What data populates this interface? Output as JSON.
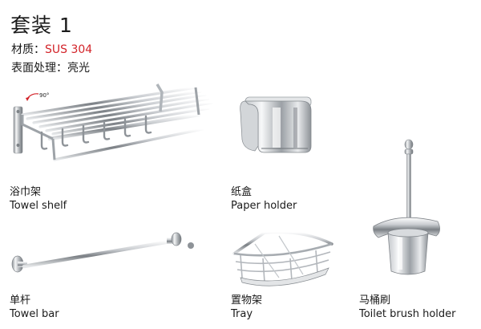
{
  "header": {
    "title": "套装 1",
    "material_label": "材质：",
    "material_value": "SUS 304",
    "finish_label": "表面处理：",
    "finish_value": "亮光"
  },
  "products": [
    {
      "cn": "浴巾架",
      "en": "Towel shelf",
      "icon": "towel-shelf-image",
      "annotation": "90°"
    },
    {
      "cn": "纸盒",
      "en": "Paper holder",
      "icon": "paper-holder-image"
    },
    {
      "cn": "单杆",
      "en": "Towel bar",
      "icon": "towel-bar-image"
    },
    {
      "cn": "置物架",
      "en": "Tray",
      "icon": "corner-tray-image"
    },
    {
      "cn": "马桶刷",
      "en": "Toilet brush holder",
      "icon": "toilet-brush-holder-image"
    }
  ],
  "colors": {
    "accent": "#d3242a",
    "text": "#1a1a1a",
    "steel_light": "#f2f3f5",
    "steel_dark": "#6e7378"
  }
}
